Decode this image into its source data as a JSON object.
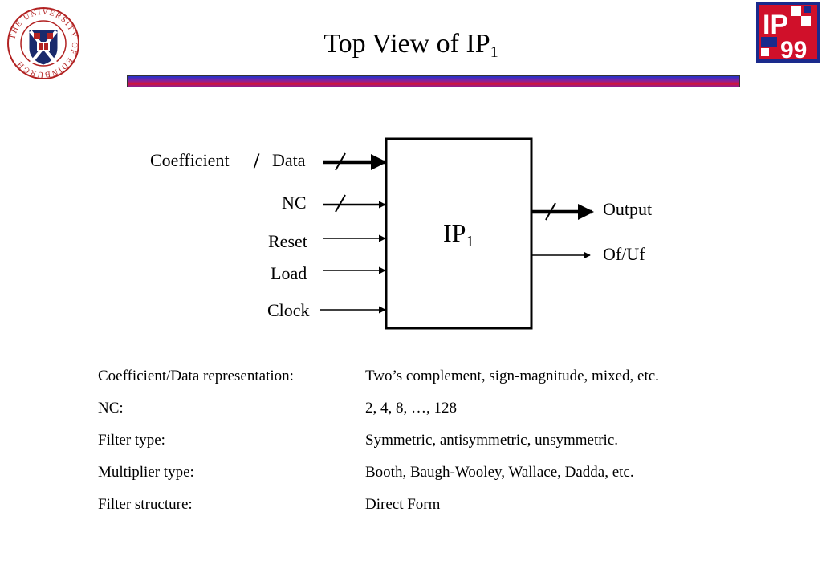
{
  "title": {
    "main": "Top View of IP",
    "sub": "1"
  },
  "logos": {
    "left": "university-of-edinburgh-crest",
    "left_text": "THE UNIVERSITY OF EDINBURGH",
    "right": "IP-99",
    "right_text_top": "IP",
    "right_text_bottom": "99"
  },
  "diagram": {
    "block_label": "IP",
    "block_sub": "1",
    "inputs": [
      "Coefficient",
      "/",
      "Data",
      "NC",
      "Reset",
      "Load",
      "Clock"
    ],
    "outputs": [
      "Output",
      "Of/Uf"
    ]
  },
  "specs": [
    {
      "key": "Coefficient/Data representation:",
      "value": "Two’s complement, sign-magnitude, mixed, etc."
    },
    {
      "key": "NC:",
      "value": "2, 4, 8, …, 128"
    },
    {
      "key": "Filter type:",
      "value": "Symmetric, antisymmetric, unsymmetric."
    },
    {
      "key": "Multiplier type:",
      "value": "Booth, Baugh-Wooley, Wallace, Dadda, etc."
    },
    {
      "key": "Filter structure:",
      "value": "Direct Form"
    }
  ],
  "colors": {
    "title_bar_top": "#2233cc",
    "title_bar_mid": "#8a1f9a",
    "title_bar_bottom": "#d0153a",
    "crest_red": "#b22222",
    "ip99_blue": "#1a2a8c",
    "ip99_red": "#d0102a"
  }
}
